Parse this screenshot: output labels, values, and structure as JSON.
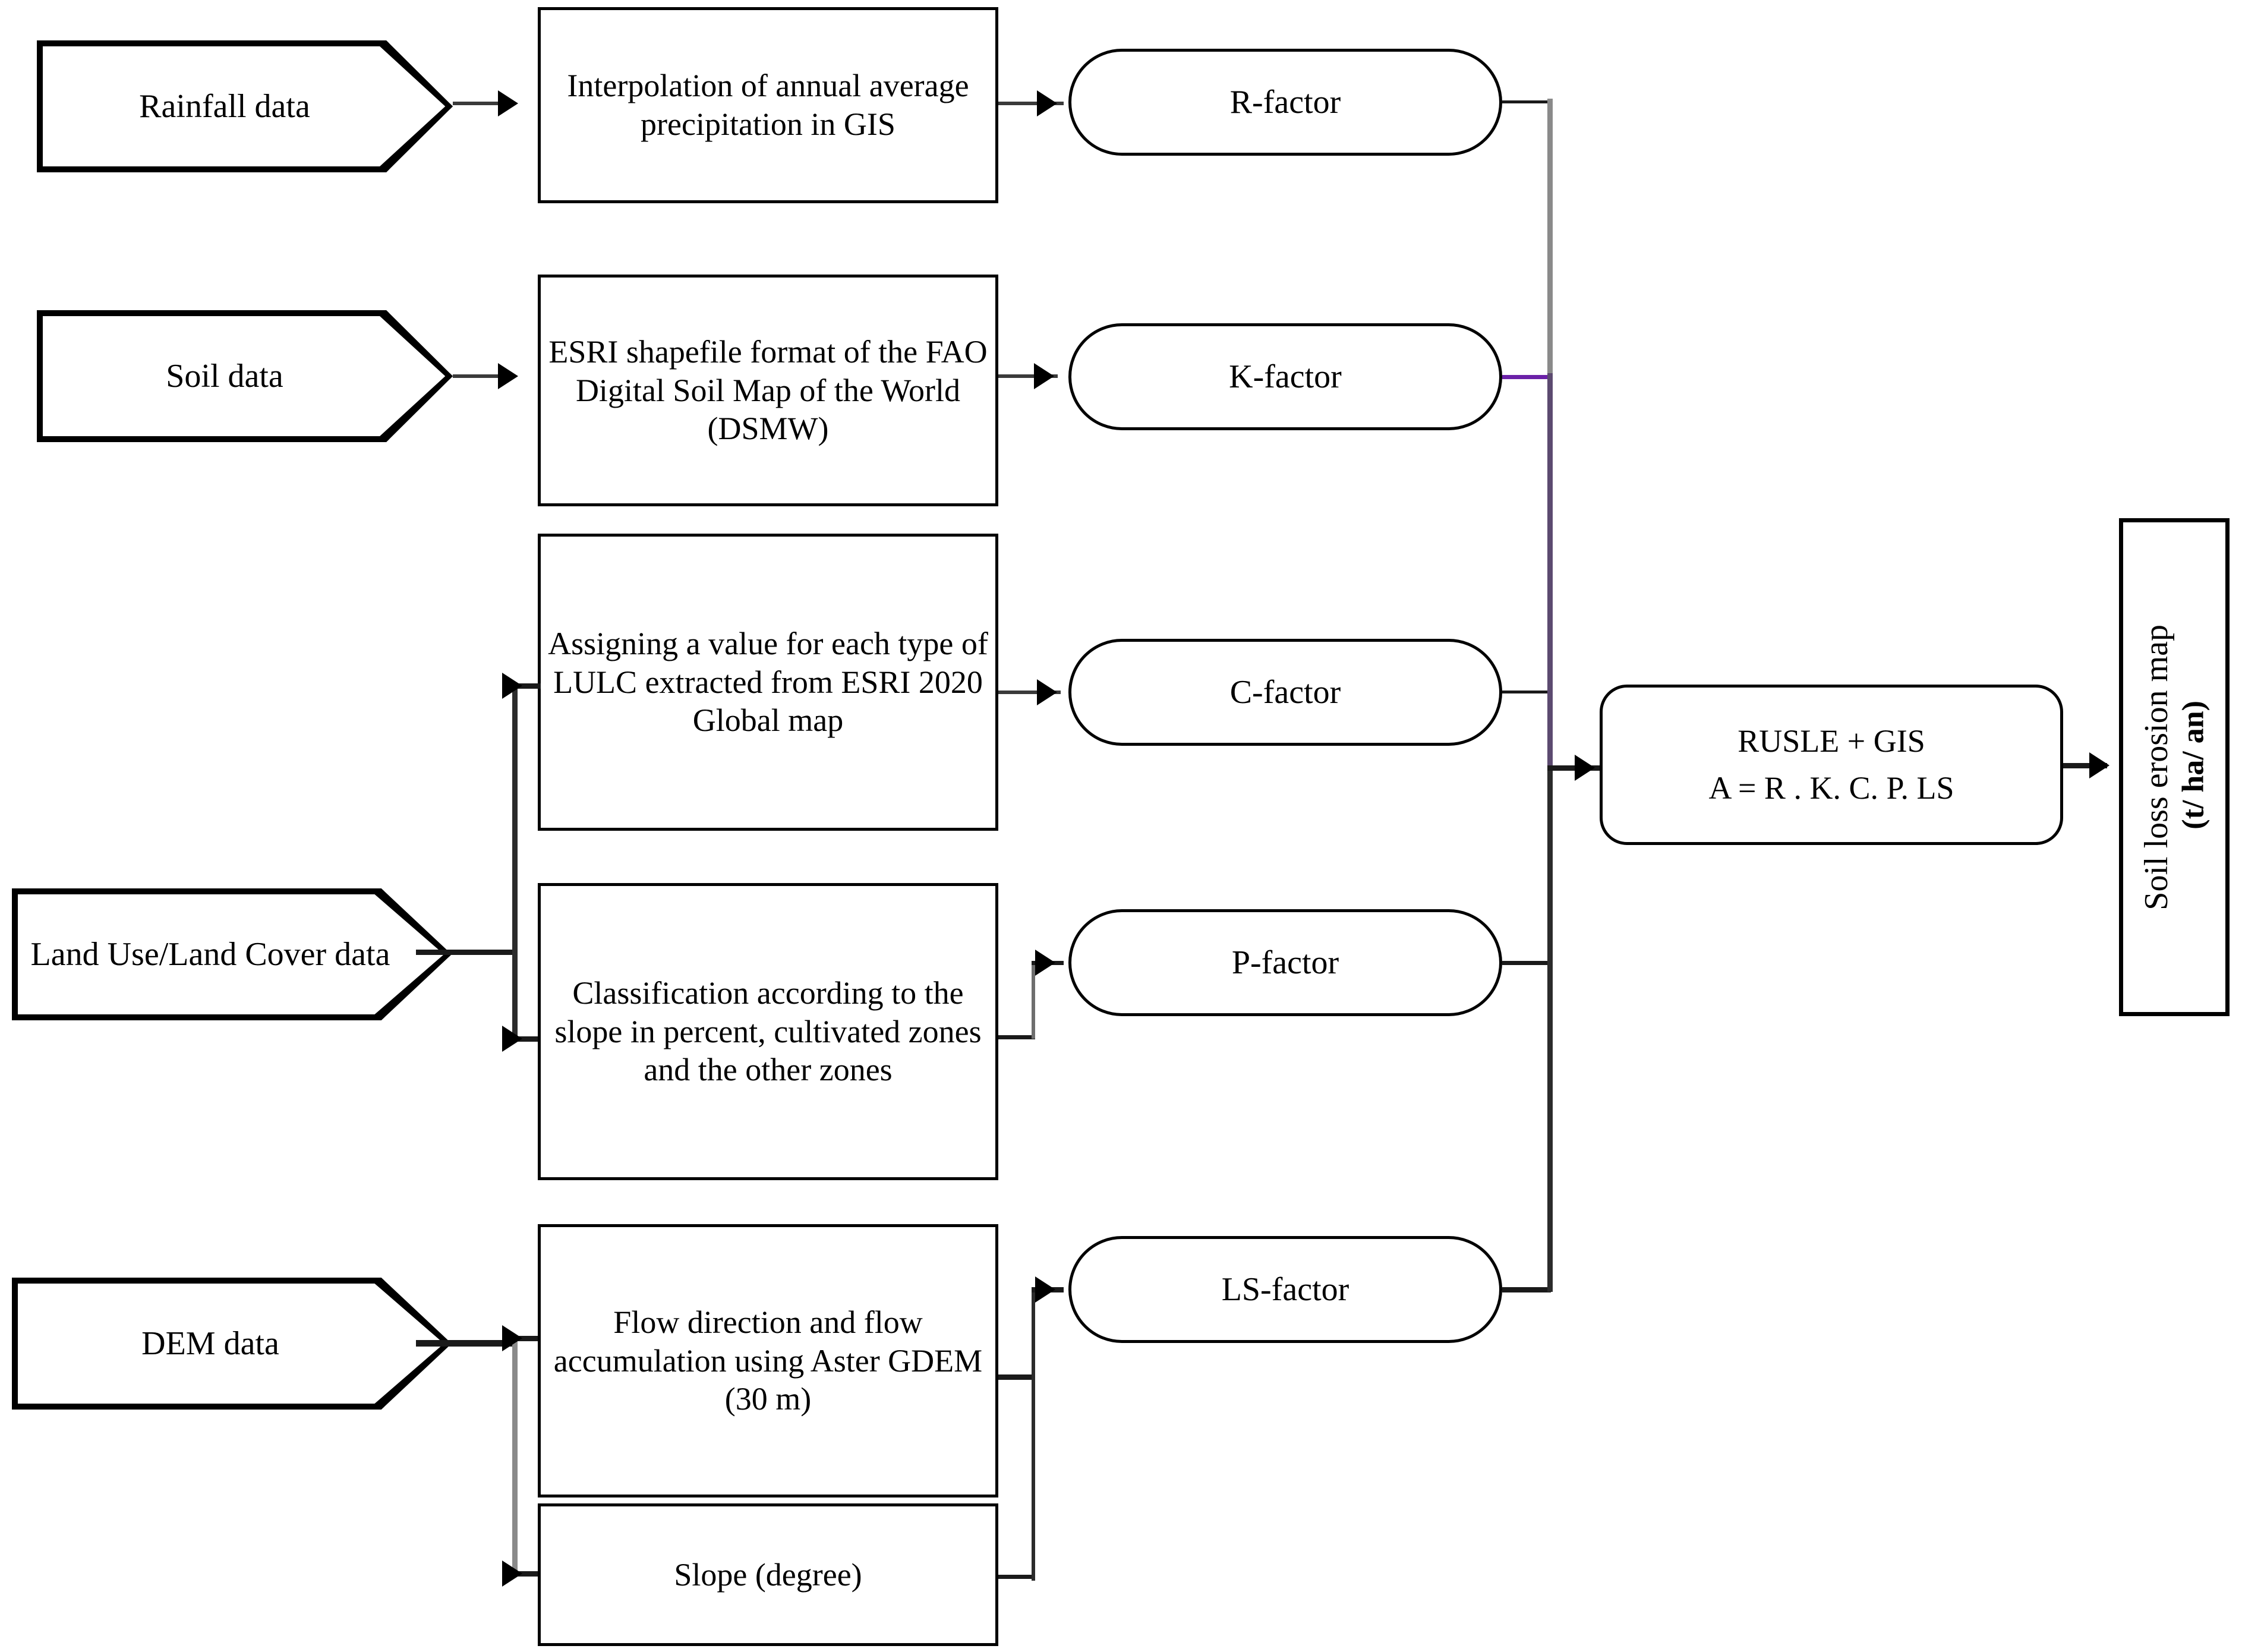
{
  "diagram": {
    "title": "RUSLE soil loss erosion modelling flowchart",
    "inputs": [
      {
        "id": "rainfall",
        "label": "Rainfall data"
      },
      {
        "id": "soil",
        "label": "Soil data"
      },
      {
        "id": "lulc",
        "label": "Land Use/Land Cover data"
      },
      {
        "id": "dem",
        "label": "DEM data"
      }
    ],
    "processes": [
      {
        "id": "interpolation",
        "label": "Interpolation of annual average precipitation  in GIS"
      },
      {
        "id": "esri-shapefile",
        "label": "ESRI shapefile format of the FAO Digital Soil Map of the World (DSMW)"
      },
      {
        "id": "assign-lulc",
        "label": "Assigning a value for each type of LULC extracted from ESRI 2020 Global map"
      },
      {
        "id": "classification",
        "label": "Classification according to the slope in percent, cultivated zones and the other zones"
      },
      {
        "id": "flow-direction",
        "label": "Flow direction and flow accumulation using Aster GDEM (30 m)"
      },
      {
        "id": "slope",
        "label": "Slope (degree)"
      }
    ],
    "factors": [
      {
        "id": "r",
        "label": "R-factor"
      },
      {
        "id": "k",
        "label": "K-factor"
      },
      {
        "id": "c",
        "label": "C-factor"
      },
      {
        "id": "p",
        "label": "P-factor"
      },
      {
        "id": "ls",
        "label": "LS-factor"
      }
    ],
    "model": {
      "id": "rusle",
      "title": "RUSLE + GIS",
      "equation": "A = R . K. C. P. LS"
    },
    "output": {
      "id": "soil-loss-map",
      "label": "Soil loss erosion map",
      "unit": "(t/ ha/ an)"
    },
    "colors": {
      "stroke": "#000000",
      "connector": "#3a3a3a",
      "accent_purple": "#6b21a8",
      "bus_purple": "#5c4a70",
      "bus_gray": "#8a8a8a",
      "background": "#ffffff"
    }
  }
}
